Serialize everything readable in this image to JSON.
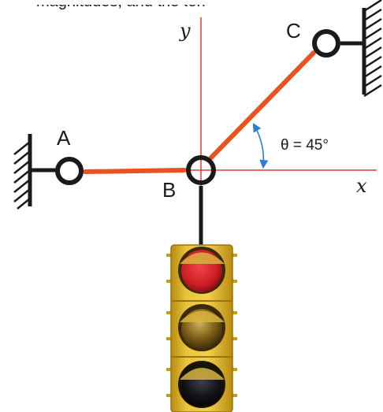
{
  "top_text": "magnitudes, and the ten",
  "labels": {
    "point_a": "A",
    "point_b": "B",
    "point_c": "C",
    "axis_x": "x",
    "axis_y": "y",
    "angle": "θ = 45°"
  },
  "angle_degrees": 45,
  "colors": {
    "cable": "#e8531f",
    "axis": "#e23a3a",
    "angle_arc": "#2b7fd1",
    "outline": "#1a1a1a",
    "housing": "#e7c23a",
    "housing_shade": "#c99a14",
    "lamp_red": "#d4202a",
    "lamp_amber": "#7a5a12",
    "lamp_off": "#141414"
  },
  "icons": {
    "support_left": "hatched-wall-support",
    "support_right": "hatched-wall-support",
    "joint": "pin-joint-ring",
    "signal": "traffic-light"
  }
}
